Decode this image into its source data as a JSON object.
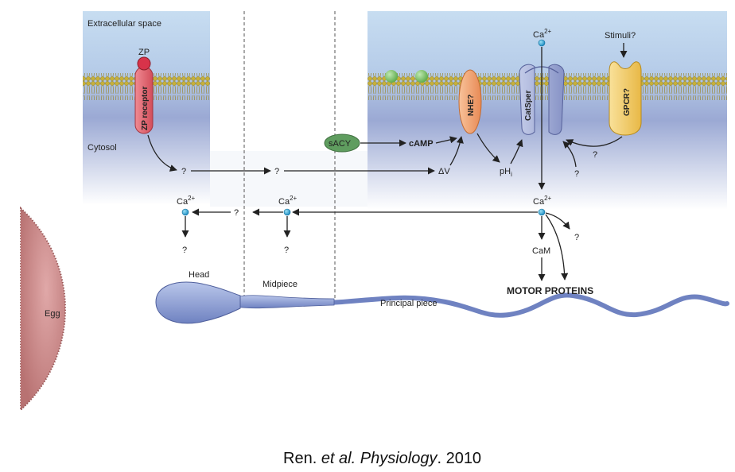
{
  "diagram": {
    "regions": {
      "extracellular": "Extracellular space",
      "cytosol": "Cytosol"
    },
    "sections": {
      "head": "Head",
      "midpiece": "Midpiece",
      "principal_piece": "Principal piece"
    },
    "egg_label": "Egg",
    "proteins": {
      "zp": "ZP",
      "zp_receptor": "ZP receptor",
      "nhe": "NHE?",
      "catsper": "CatSper",
      "gpcr": "GPCR?",
      "sacy": "sACY",
      "stimuli": "Stimuli?"
    },
    "molecules": {
      "camp": "cAMP",
      "delta_v": "ΔV",
      "ph_base": "pH",
      "ph_sub": "i",
      "ca_base": "Ca",
      "ca_sup": "2+",
      "cam": "CaM",
      "motor_proteins": "MOTOR PROTEINS",
      "unknown": "?"
    }
  },
  "citation": {
    "authors": "Ren. ",
    "etal": "et al.",
    "journal": "Physiology",
    "year": ". 2010"
  },
  "colors": {
    "extracellular_top": "#c9dff2",
    "cytosol_bottom": "#9aa8d4",
    "membrane_head": "#b9a42a",
    "egg": "#c98c8c",
    "sperm": "#8d9fd3",
    "zp_receptor": "#e8707a",
    "nhe": "#f3a877",
    "catsper": "#a9b3da",
    "gpcr": "#f4d06b",
    "sacy": "#6aa56a",
    "calcium": "#2aa6d6"
  }
}
